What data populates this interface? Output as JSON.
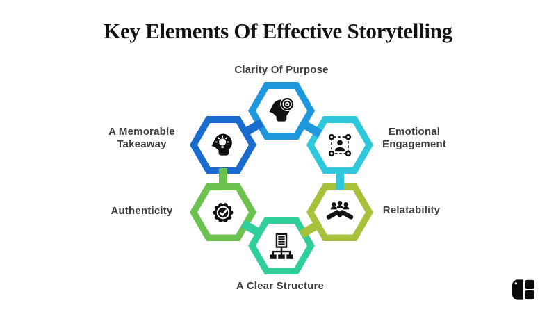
{
  "title": "Key Elements Of Effective Storytelling",
  "diagram": {
    "elements": [
      {
        "id": "clarity",
        "label": "Clarity Of Purpose",
        "color": "#1E97DD",
        "icon": "head-target-icon"
      },
      {
        "id": "emotional",
        "label": "Emotional Engagement",
        "color": "#2FC7DC",
        "icon": "person-network-icon"
      },
      {
        "id": "relatability",
        "label": "Relatability",
        "color": "#A8C13C",
        "icon": "people-handshake-icon"
      },
      {
        "id": "structure",
        "label": "A Clear Structure",
        "color": "#2FCE9B",
        "icon": "org-chart-icon"
      },
      {
        "id": "authenticity",
        "label": "Authenticity",
        "color": "#6CC24E",
        "icon": "badge-check-icon"
      },
      {
        "id": "takeaway",
        "label": "A Memorable Takeaway",
        "color": "#1A6BCE",
        "icon": "head-bulb-icon"
      }
    ]
  },
  "colors": {
    "background": "#FFFFFF",
    "title_text": "#131313",
    "label_text": "#3E3E3E",
    "icon": "#111111",
    "logo": "#0B0B0E"
  },
  "logo": {
    "name": "brand-book-logo"
  }
}
